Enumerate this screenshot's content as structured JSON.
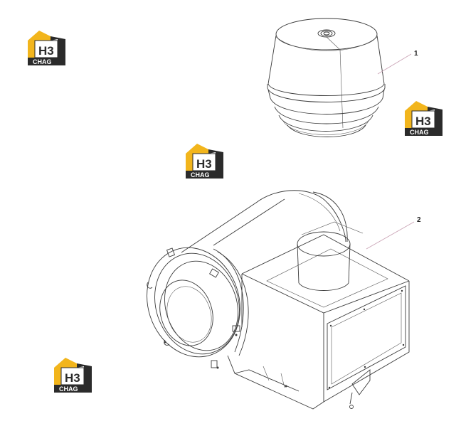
{
  "colors": {
    "logo_yellow": "#f2b51c",
    "logo_dark": "#2b2b2b",
    "line": "#3a3a3a",
    "leader": "#c9a2b4"
  },
  "logo": {
    "monogram": "H3",
    "word": "CHAG"
  },
  "callouts": [
    {
      "id": "callout-1",
      "label": "1"
    },
    {
      "id": "callout-2",
      "label": "2"
    }
  ],
  "parts": [
    {
      "callout": "1",
      "icon": "filter-cover-icon"
    },
    {
      "callout": "2",
      "icon": "air-filter-housing-icon"
    }
  ]
}
